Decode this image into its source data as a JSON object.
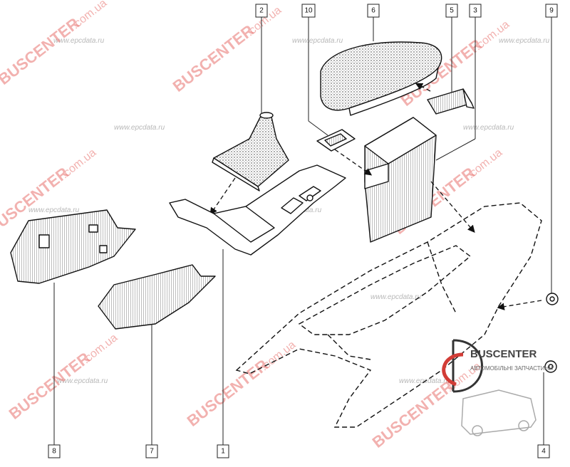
{
  "diagram": {
    "callouts": [
      {
        "id": "1",
        "label": "1"
      },
      {
        "id": "2",
        "label": "2"
      },
      {
        "id": "3",
        "label": "3"
      },
      {
        "id": "4",
        "label": "4"
      },
      {
        "id": "5",
        "label": "5"
      },
      {
        "id": "6",
        "label": "6"
      },
      {
        "id": "7",
        "label": "7"
      },
      {
        "id": "8",
        "label": "8"
      },
      {
        "id": "9",
        "label": "9"
      },
      {
        "id": "10",
        "label": "10"
      }
    ]
  },
  "watermarks": {
    "brand": "BUSCENTER",
    "brand_domain": ".com.ua",
    "site": "www.epcdata.ru"
  },
  "logo": {
    "name": "BUSCENTER",
    "tagline": "АВТОМОБІЛЬНІ ЗАПЧАСТИНИ"
  },
  "colors": {
    "line": "#111111",
    "watermark": "#e8736f",
    "background": "#ffffff"
  }
}
